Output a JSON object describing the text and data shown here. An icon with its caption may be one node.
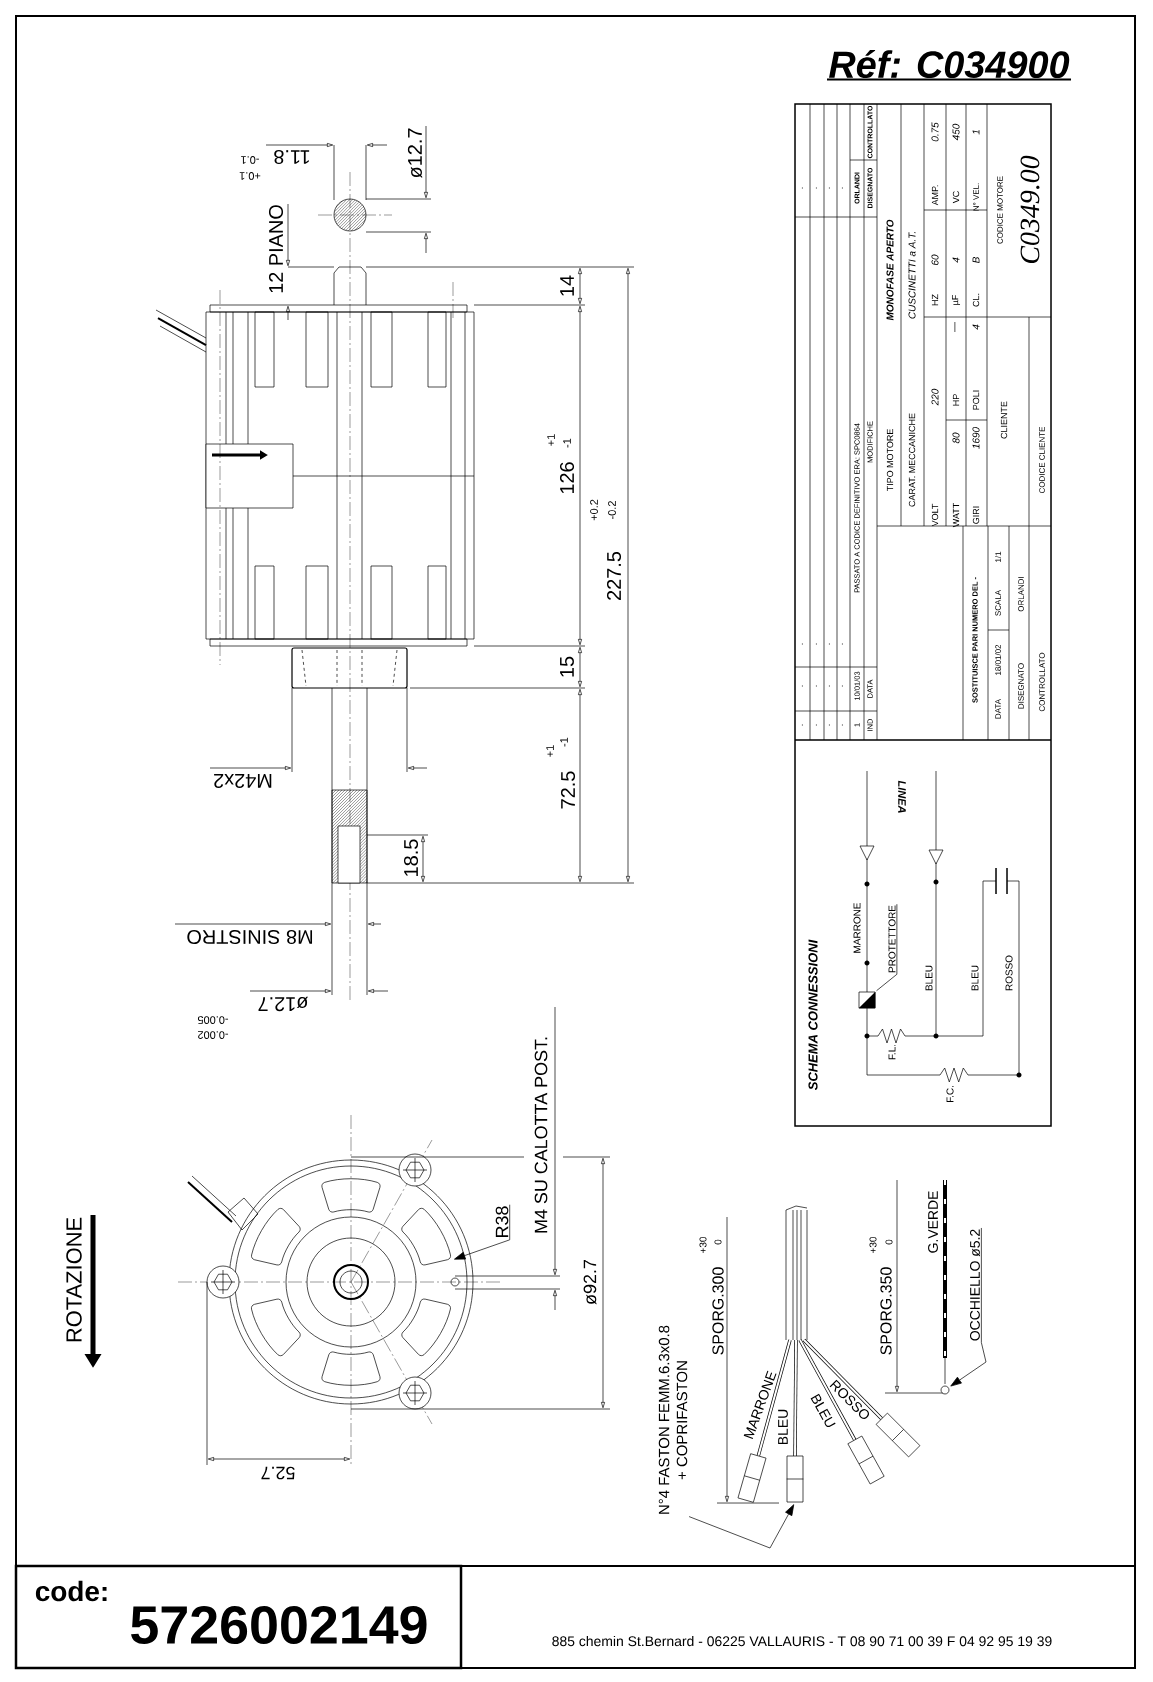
{
  "diagram": {
    "nodes": [
      {
        "text": [
          "PROTETTORE"
        ]
      },
      {
        "text": [],
        "shape": "box"
      },
      {
        "text": [
          "R38"
        ]
      },
      {
        "text": [
          "OCCHIELLO ø5.2"
        ]
      },
      {
        "text": [],
        "shape": "circle"
      },
      {
        "text": [
          "N°4 FASTON FEMM.6.3x0.8",
          "+ COPRIFASTON"
        ]
      },
      {
        "text": [],
        "shape": "box"
      }
    ],
    "edges": [
      {
        "from": 0,
        "to": 1,
        "arrow": "none"
      },
      {
        "from": 2,
        "to": null,
        "arrow": "to"
      },
      {
        "from": 3,
        "to": 4,
        "arrow": "to"
      },
      {
        "from": 5,
        "to": 6,
        "arrow": "to"
      }
    ],
    "labels": [
      "Réf: C034900",
      "11.8",
      "+0.1",
      "-0.1",
      "ø12.7",
      "12 PIANO",
      "14",
      "126",
      "+1",
      "-1",
      "227.5",
      "+0.2",
      "-0.2",
      "15",
      "72.5",
      "+1",
      "-1",
      "M42x2",
      "18.5",
      "M8 SINISTRO",
      "ø12.7",
      "-0.002",
      "-0.005",
      "M4 SU CALOTTA POST.",
      "ø92.7",
      "52.7",
      "ROTAZIONE",
      "SPORG.300",
      "+30",
      "0",
      "MARRONE",
      "BLEU",
      "BLEU",
      "ROSSO",
      "SPORG.350",
      "+30",
      "0",
      "G.VERDE",
      "CONTROLLATO",
      "DISEGNATO",
      "ORLANDI",
      "-",
      "-",
      "-",
      "-",
      "MODIFICHE",
      "PASSATO A CODICE DEFINITIVO ERA: SPC0864",
      "-",
      "-",
      "-",
      "-",
      "DATA",
      "10/01/03",
      "-",
      "-",
      "-",
      "-",
      "IND",
      "1",
      "-",
      "-",
      "-",
      "-",
      "TIPO MOTORE",
      "MONOFASE APERTO",
      "CARAT. MECCANICHE",
      "CUSCINETTI a A.T.",
      "VOLT",
      "220",
      "HZ",
      "60",
      "AMP.",
      "0.75",
      "WATT",
      "80",
      "HP",
      "—",
      "µF",
      "4",
      "VC",
      "450",
      "GIRI",
      "1690",
      "POLI",
      "4",
      "CL.",
      "B",
      "N° VEL.",
      "1",
      "CODICE MOTORE",
      "C0349.00",
      "CLIENTE",
      "CODICE CLIENTE",
      "SOSTITUISCE PARI NUMERO DEL -",
      "DATA",
      "18/01/02",
      "SCALA",
      "1/1",
      "DISEGNATO",
      "ORLANDI",
      "CONTROLLATO",
      "SCHEMA CONNESSIONI",
      "LINEA",
      "MARRONE",
      "BLEU",
      "BLEU",
      "ROSSO",
      "F.L.",
      "F.C.",
      "code:",
      "5726002149",
      "885 chemin St.Bernard - 06225 VALLAURIS - T 08 90 71 00 39 F 04 92 95 19 39"
    ]
  }
}
